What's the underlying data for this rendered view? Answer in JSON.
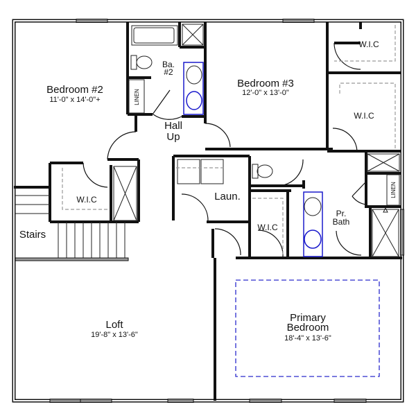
{
  "rooms": {
    "bedroom2": {
      "name": "Bedroom #2",
      "dims": "11'-0\" x 14'-0\"+"
    },
    "bath2": {
      "name_line1": "Ba.",
      "name_line2": "#2"
    },
    "linen1": {
      "name": "LINEN"
    },
    "hall": {
      "name_line1": "Hall",
      "name_line2": "Up"
    },
    "bedroom3": {
      "name": "Bedroom #3",
      "dims": "12'-0\" x 13'-0\""
    },
    "wic_bed3_top": {
      "name": "W.I.C"
    },
    "wic_bed3_right": {
      "name": "W.I.C"
    },
    "wic_bed2": {
      "name": "W.I.C"
    },
    "stairs": {
      "name": "Stairs"
    },
    "laundry": {
      "name": "Laun."
    },
    "wic_primary": {
      "name": "W.I.C"
    },
    "primary_bath": {
      "name_line1": "Pr.",
      "name_line2": "Bath"
    },
    "linen2": {
      "name": "LINEN"
    },
    "loft": {
      "name": "Loft",
      "dims": "19'-8\" x 13'-6\""
    },
    "primary_bedroom": {
      "name_line1": "Primary",
      "name_line2": "Bedroom",
      "dims": "18'-4\" x 13'-6\""
    }
  },
  "colors": {
    "wall": "#111111",
    "fixture_blue": "#1a1acc",
    "tray_ceiling_blue": "#2a2acc",
    "closet_dash": "#999999"
  }
}
